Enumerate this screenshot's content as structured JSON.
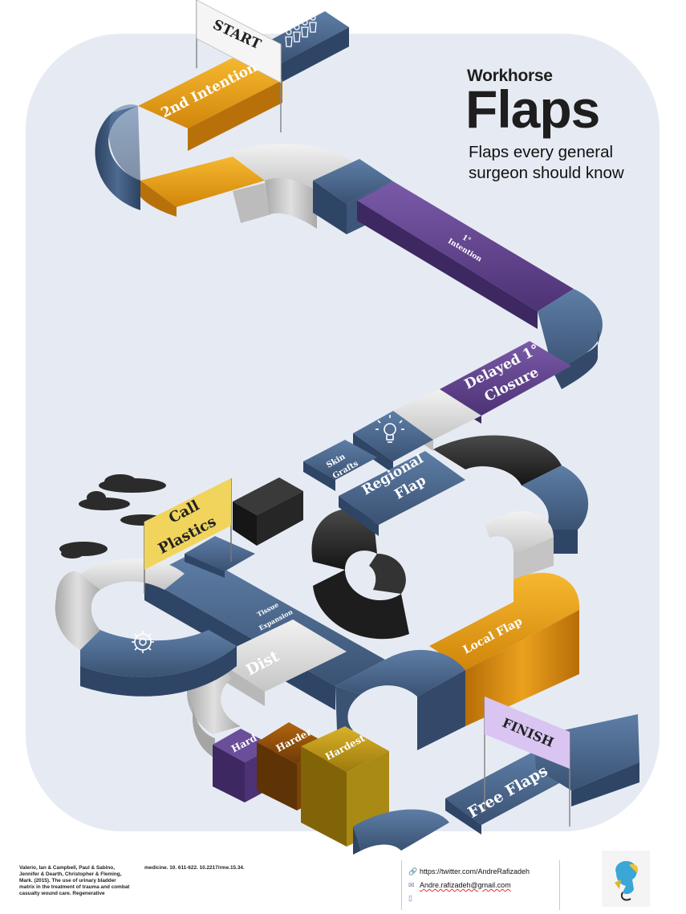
{
  "title": {
    "small": "Workhorse",
    "big": "Flaps",
    "subtitle": "Flaps every general surgeon should know"
  },
  "board": {
    "start_flag": "START",
    "finish_flag": "FINISH",
    "call_plastics_flag": [
      "Call",
      "Plastics"
    ],
    "squares": {
      "second_intention": "2nd Intention",
      "primary_intention": [
        "1°",
        "Intention"
      ],
      "delayed_primary": [
        "Delayed 1°",
        "Closure"
      ],
      "skin_grafts": [
        "Skin",
        "Grafts"
      ],
      "regional_flap": [
        "Regional",
        "Flap"
      ],
      "tissue_expansion": [
        "Tissue",
        "Expansion"
      ],
      "local_flap": "Local Flap",
      "distant": "Dist",
      "free_flaps": "Free Flaps",
      "hard": "Hard",
      "harder": "Harder",
      "hardest": "Hardest"
    },
    "icons": [
      "people-icon",
      "lightbulb-icon",
      "gear-icon",
      "clouds-icon"
    ],
    "colors": {
      "blue": "#4a6488",
      "purple": "#5b3f86",
      "orange": "#e39c12",
      "gray": "#d7d7d7",
      "black": "#2a2a2a",
      "gold": "#c9a01a",
      "brown": "#8a4a0c"
    }
  },
  "references": {
    "col1": "Valerio, Ian & Campbell, Paul & Sabino, Jennifer & Dearth, Christopher & Fleming, Mark. (2015). The use of urinary bladder matrix in the treatment of trauma and combat casualty wound care. Regenerative",
    "col2": "medicine. 10. 611-622. 10.2217/rme.15.34."
  },
  "contact": {
    "twitter": "https://twitter.com/AndreRafizadeh",
    "email": "Andre.rafizadeh@gmail.com",
    "phone": ""
  }
}
